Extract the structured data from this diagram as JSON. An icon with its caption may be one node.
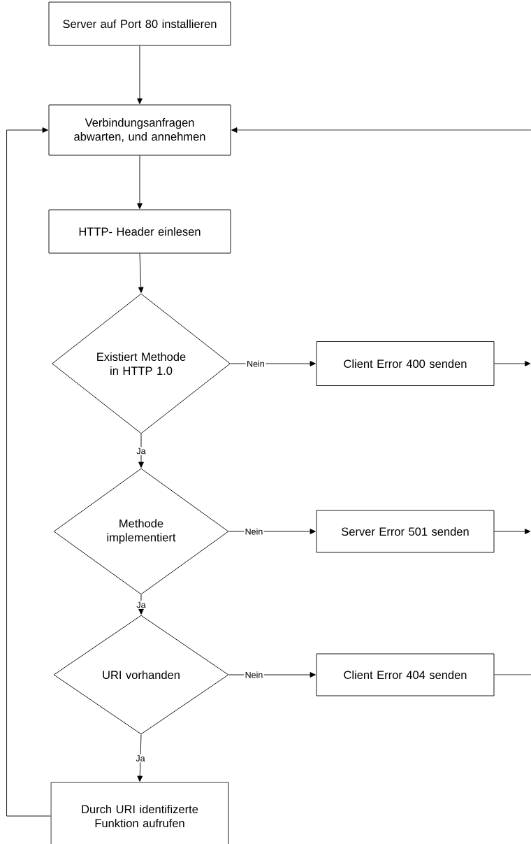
{
  "diagram": {
    "nodes": [
      {
        "text": [
          "Server auf Port 80 installieren"
        ]
      },
      {
        "text": [
          "Verbindungsanfragen abwarten, und annehmen"
        ]
      },
      {
        "text": [
          "HTTP- Header einlesen"
        ]
      },
      {
        "text": [
          "Existiert Methode in HTTP 1.0"
        ]
      },
      {
        "text": [
          "Client Error 400 senden"
        ]
      },
      {
        "text": [
          "Methode implementiert"
        ]
      },
      {
        "text": [
          "Server Error 501 senden"
        ]
      },
      {
        "text": [
          "URI vorhanden"
        ]
      },
      {
        "text": [
          "Client Error 404 senden"
        ]
      },
      {
        "text": [
          "Durch URI identifizerte Funktion aufrufen"
        ]
      }
    ],
    "edges": [
      {
        "from": 0,
        "to": 1,
        "arrow": "to"
      },
      {
        "from": 1,
        "to": 2,
        "arrow": "to"
      },
      {
        "from": 2,
        "to": 3,
        "arrow": "to"
      },
      {
        "from": 3,
        "to": 4,
        "arrow": "to",
        "label": "Nein"
      },
      {
        "from": 3,
        "to": 5,
        "arrow": "to",
        "label": "Ja"
      },
      {
        "from": 5,
        "to": 6,
        "arrow": "to",
        "label": "Nein"
      },
      {
        "from": 5,
        "to": 7,
        "arrow": "to",
        "label": "Ja"
      },
      {
        "from": 7,
        "to": 8,
        "arrow": "to",
        "label": "Nein"
      },
      {
        "from": 7,
        "to": 9,
        "arrow": "to",
        "label": "Ja"
      },
      {
        "from": 9,
        "to": 1,
        "arrow": "to"
      },
      {
        "from": 4,
        "to": null,
        "arrow": "to"
      },
      {
        "from": 6,
        "to": null,
        "arrow": "to"
      },
      {
        "from": 8,
        "to": null,
        "arrow": "none"
      },
      {
        "from": null,
        "to": 1,
        "arrow": "to"
      }
    ]
  }
}
